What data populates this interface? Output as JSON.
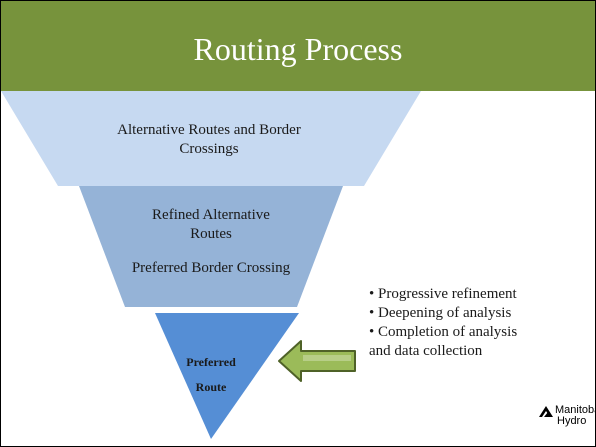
{
  "slide": {
    "title": "Routing Process",
    "colors": {
      "title_bar": "#77933c",
      "tier1": "#c6d9f1",
      "tier2": "#95b3d7",
      "tier3": "#558ed5",
      "arrow": "#9bbb59"
    }
  },
  "funnel": {
    "tier1": {
      "label": "Alternative Routes and Border Crossings"
    },
    "tier2": {
      "label_a": "Refined Alternative Routes",
      "label_b": "Preferred Border Crossing"
    },
    "tier3": {
      "label_a": "Preferred",
      "label_b": "Route"
    }
  },
  "bullets": [
    "• Progressive refinement",
    "• Deepening of analysis",
    "• Completion of analysis",
    "and data collection"
  ],
  "logo": {
    "line1": "Manitoba",
    "line2": "Hydro",
    "icon": "manitoba-hydro-logo-icon"
  }
}
